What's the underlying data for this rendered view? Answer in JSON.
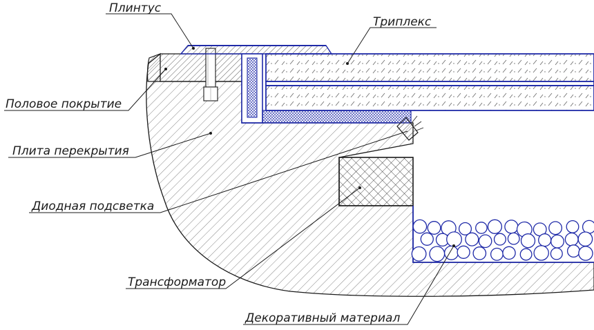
{
  "labels": {
    "plinth": "Плинтус",
    "triplex": "Триплекс",
    "floor_covering": "Половое покрытие",
    "floor_slab": "Плита перекрытия",
    "diode_lighting": "Диодная подсветка",
    "transformer": "Трансформатор",
    "decorative_material": "Декоративный материал"
  },
  "colors": {
    "outline": "#1a1a1a",
    "blue_outline": "#1f2aa8",
    "hatch": "#555555"
  }
}
